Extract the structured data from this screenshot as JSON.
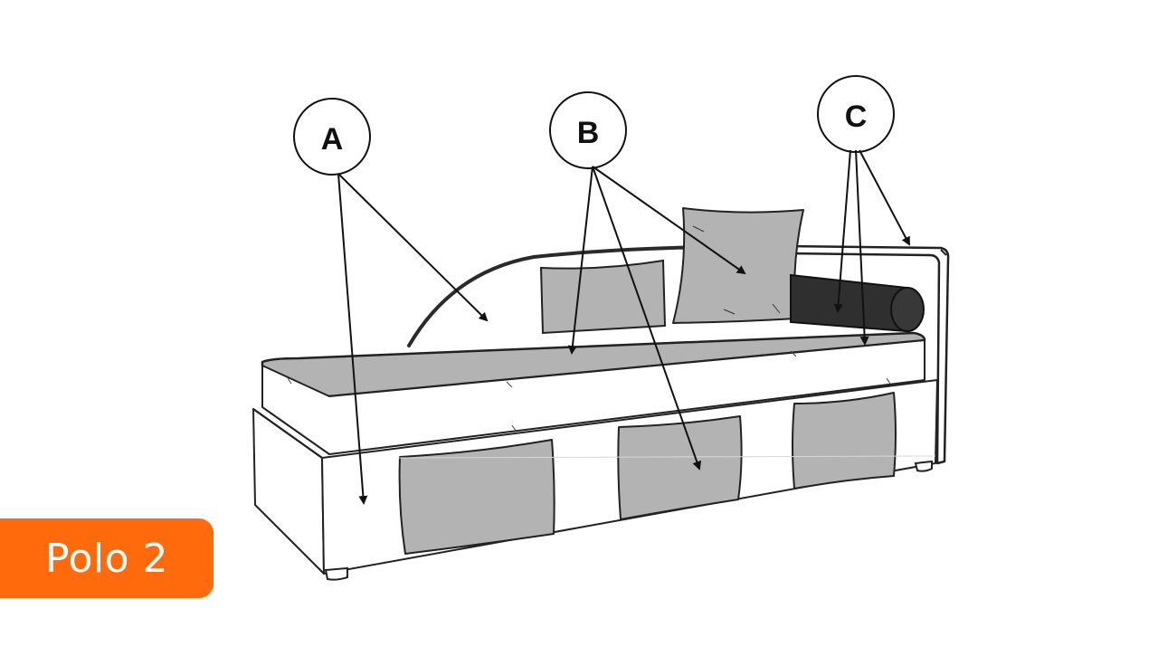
{
  "colors": {
    "outline": "#222222",
    "upholstery": "#b3b3b3",
    "dark_upholstery": "#2f2f2f",
    "frame": "#ffffff",
    "badge": "#ff6a0d",
    "badge_text": "#ffffff"
  },
  "callouts": [
    {
      "id": "A",
      "label": "A"
    },
    {
      "id": "B",
      "label": "B"
    },
    {
      "id": "C",
      "label": "C"
    }
  ],
  "badge": {
    "label": "Polo 2"
  }
}
